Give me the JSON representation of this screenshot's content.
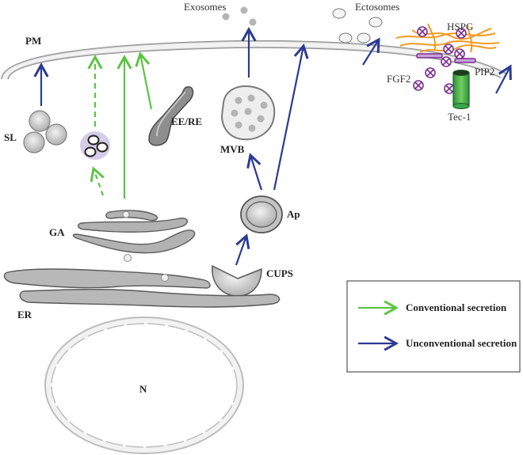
{
  "labels": {
    "exosomes": "Exosomes",
    "ectosomes": "Ectosomes",
    "hspg": "HSPG",
    "pm": "PM",
    "fgf2": "FGF2",
    "pip2": "PIP2",
    "tec1": "Tec-1",
    "sl": "SL",
    "eere": "EE/RE",
    "mvb": "MVB",
    "ga": "GA",
    "ap": "Ap",
    "cups": "CUPS",
    "er": "ER",
    "n": "N"
  },
  "legend": {
    "conventional": "Conventional secretion",
    "unconventional": "Unconventional secretion"
  },
  "colors": {
    "conventional": "#5cc443",
    "unconventional": "#2b3a93",
    "hspg": "#f39a1f",
    "fgf2": "#7a2f8f",
    "tec1": "#3aa64a",
    "organelle": "#9a9a9a"
  }
}
